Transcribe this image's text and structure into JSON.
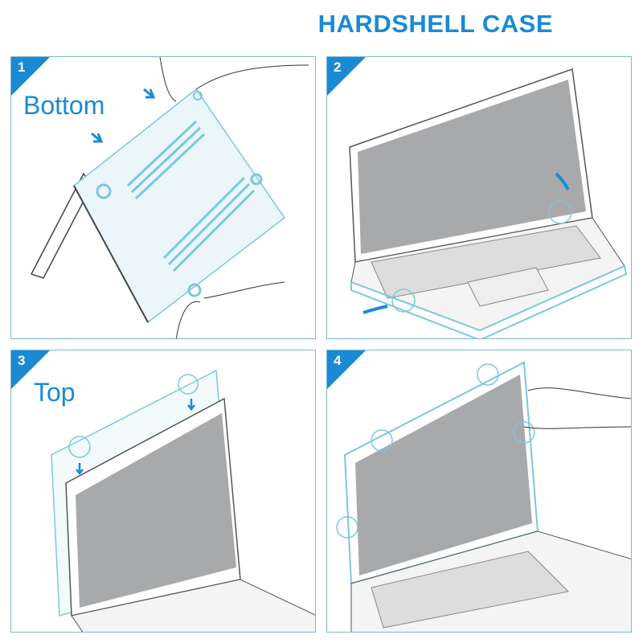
{
  "title": "HARDSHELL CASE",
  "accent_color": "#1a8ad4",
  "case_color": "#7cc7dd",
  "steps": [
    {
      "number": "1",
      "label": "Bottom"
    },
    {
      "number": "2",
      "label": ""
    },
    {
      "number": "3",
      "label": "Top"
    },
    {
      "number": "4",
      "label": ""
    }
  ]
}
